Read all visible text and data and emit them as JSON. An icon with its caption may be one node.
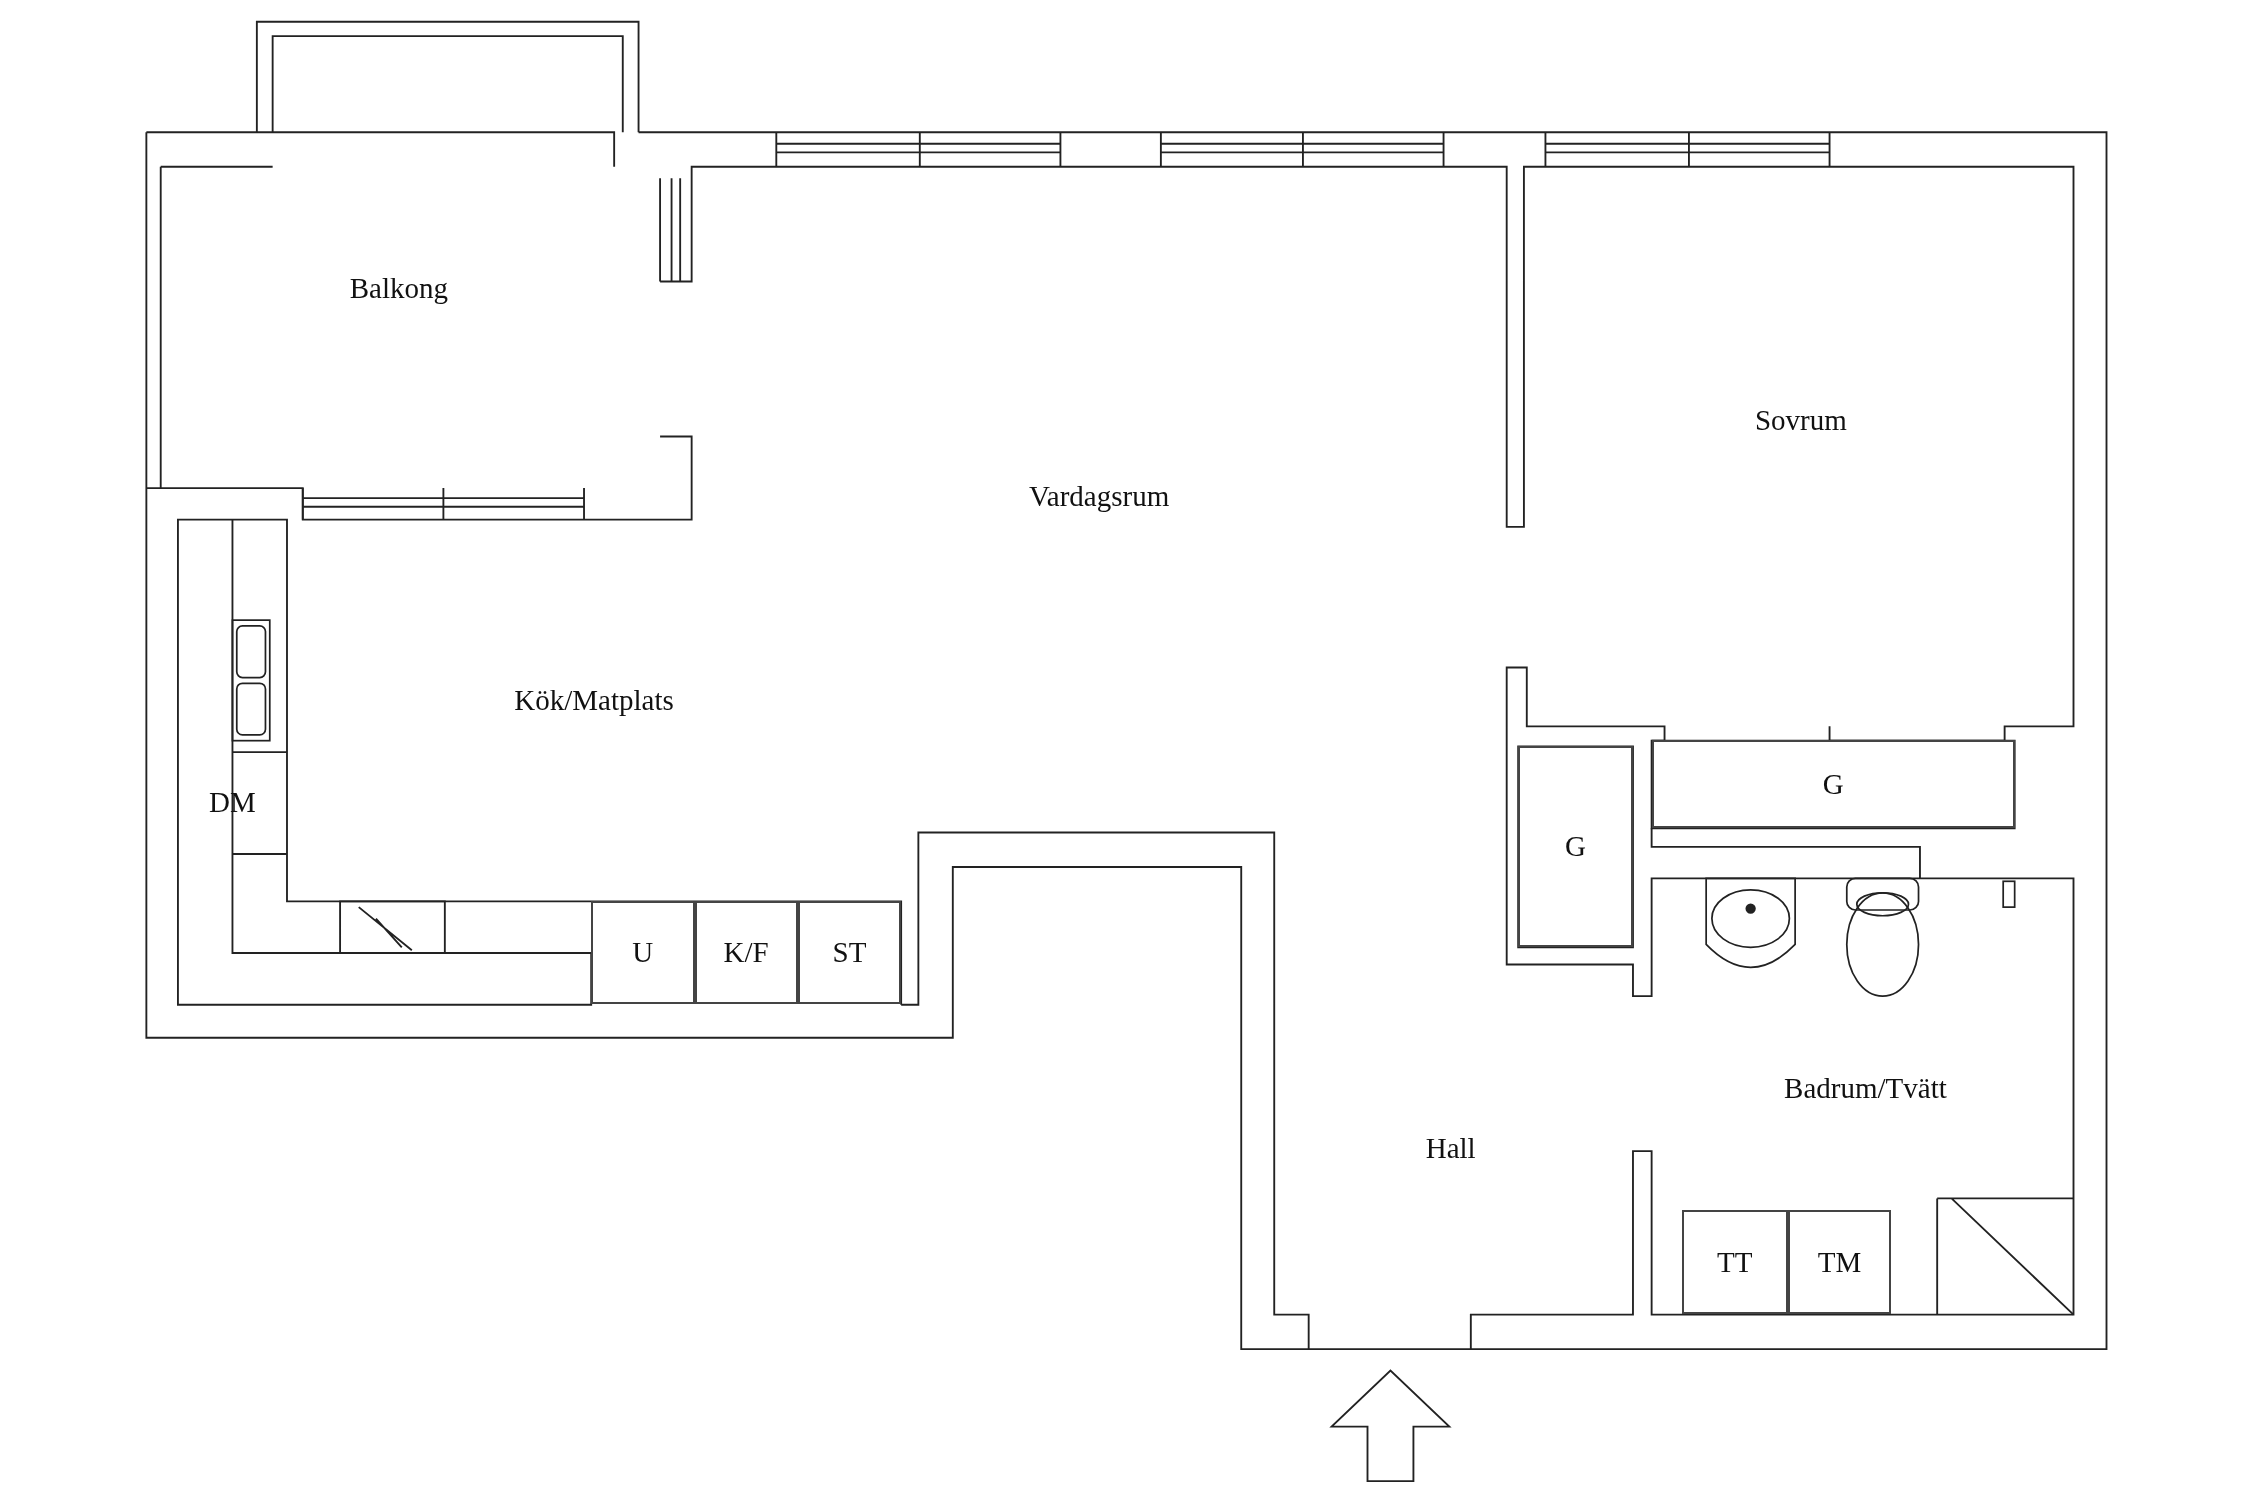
{
  "diagram": {
    "nodes": [
      {
        "text": [
          "U"
        ]
      },
      {
        "text": [
          "K/F"
        ]
      },
      {
        "text": [
          "ST"
        ]
      },
      {
        "text": [
          "G"
        ]
      },
      {
        "text": [
          "G"
        ]
      },
      {
        "text": [
          "TT"
        ]
      },
      {
        "text": [
          "TM"
        ]
      }
    ],
    "labels": [
      "Balkong",
      "Sovrum",
      "Vardagsrum",
      "Kök/Matplats",
      "DM",
      "Badrum/Tvätt",
      "Hall"
    ]
  }
}
